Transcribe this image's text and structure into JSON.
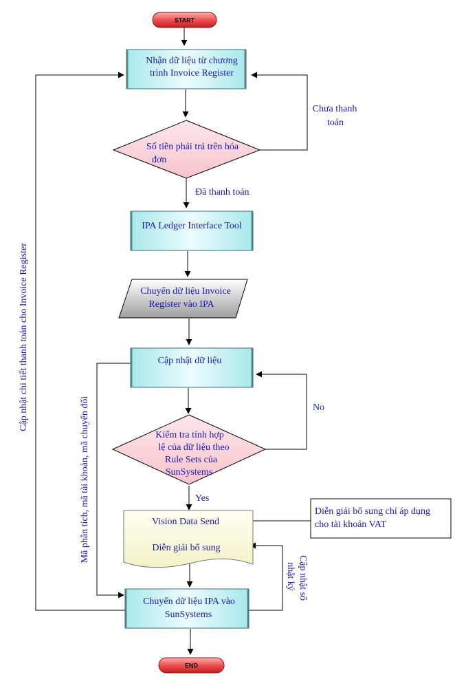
{
  "nodes": {
    "start": "START",
    "receive_l1": "Nhận dữ liệu từ chương",
    "receive_l2": "trình Invoice Register",
    "decision1_l1": "Số tiền phải trả trên hóa",
    "decision1_l2": "đơn",
    "ipa_tool": "IPA Ledger Interface Tool",
    "transfer_l1": "Chuyển dữ liệu Invoice",
    "transfer_l2": "Register vào IPA",
    "update": "Cập nhật dữ liệu",
    "decision2_l1": "Kiểm tra tính hợp",
    "decision2_l2": "lệ của dữ liệu theo",
    "decision2_l3": "Rule Sets của",
    "decision2_l4": "SunSystems",
    "vision_l1": "Vision Data Send",
    "vision_l2": "Diễn giải bổ sung",
    "to_sun_l1": "Chuyển dữ liệu IPA vào",
    "to_sun_l2": "SunSystems",
    "end": "END"
  },
  "labels": {
    "unpaid_l1": "Chưa thanh",
    "unpaid_l2": "toán",
    "paid": "Đã thanh toán",
    "no": "No",
    "yes": "Yes",
    "left_outer": "Cập nhật chi tiết thanh toán cho Invoice Register",
    "left_inner": "Mã phân tích, mã tài khoản,  mã chuyển đổi",
    "journal_l1": "Cập nhật sổ",
    "journal_l2": "nhật ký"
  },
  "note": {
    "l1": "Diễn giải bổ sung chỉ áp dụng",
    "l2": "cho tài khoản VAT"
  }
}
